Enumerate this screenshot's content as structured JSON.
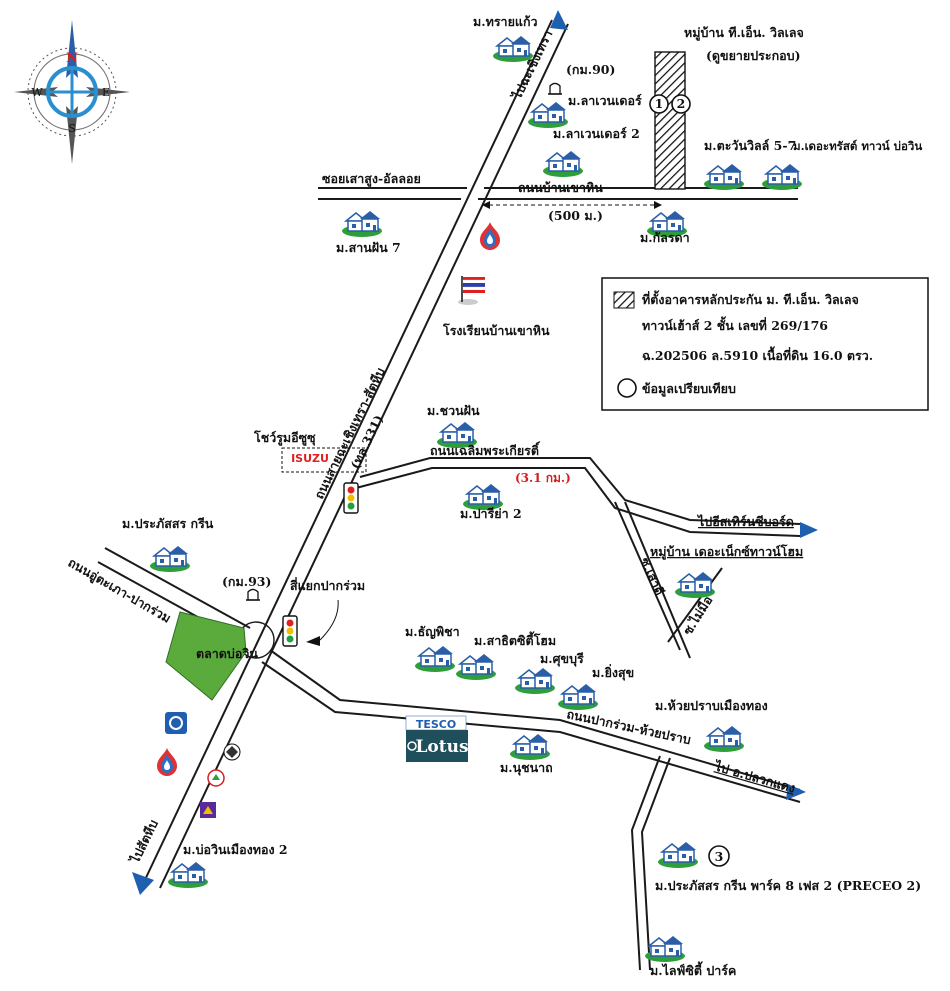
{
  "compass": {
    "n": "N",
    "s": "S",
    "e": "E",
    "w": "W"
  },
  "project": {
    "name": "หมู่บ้าน ที.เอ็น. วิลเลจ",
    "sub": "(ดูขยายประกอบ)",
    "c1": "1",
    "c2": "2",
    "c3": "3"
  },
  "roads": {
    "soi_left": "ซอยเสาสูง-อัลลอย",
    "khao_hin": "ถนนบ้านเขาหิน",
    "chaloem": "ถนนเฉลิมพระเกียรติ์",
    "chaloem_dist": "(3.1 กม.)",
    "dist_500": "(500 ม.)",
    "main_vertical": "ถนนสายฉะเชิงเทรา-สัตหีบ",
    "th331": "(ทล.331)",
    "u_taphao": "ถนนอู่ตะเภา-ปากร่วม",
    "pak_ruam": "ถนนปากร่วม-ห้วยปราบ",
    "to_chachoengsao": "ไปฉะเชิงเทรา",
    "to_sattahip": "ไปสัตหีบ",
    "to_eastern": "ไปอีสเทิร์นซีบอร์ด",
    "to_pluak_daeng": "ไป อ.ปลวกแดง",
    "km90": "(กม.90)",
    "km93": "(กม.93)",
    "intersection": "สี่แยกปากร่วม",
    "soi_sakhla": "ซ.เสาดี",
    "soi_mairuea": "ซ.ไม่มือ"
  },
  "villages": {
    "sai_kaeo": "ม.ทรายแก้ว",
    "lavender": "ม.ลาเวนเดอร์",
    "lavender2": "ม.ลาเวนเดอร์ 2",
    "tawan": "ม.ตะวันวิลล์ 5-7",
    "trust": "ม.เดอะทรัสต์ ทาวน์ บ่อวิน",
    "sarnfun": "ม.สานฝัน 7",
    "kanlada": "ม.กัลรดา",
    "chuanfun": "ม.ชวนฝัน",
    "preeya": "ม.ปารีย่า 2",
    "prasatsorn_green": "ม.ประภัสสร กรีน",
    "next_townhome": "หมู่บ้าน เดอะเน็กซ์ทาวน์โฮม",
    "thanyaphisha": "ม.ธัญพิชา",
    "sathit_city": "ม.สาธิตซิตี้โฮม",
    "suksombun": "ม.ศุขบุรี",
    "yingsuk": "ม.ยิ่งสุข",
    "huai_prap": "ม.ห้วยปราบเมืองทอง",
    "nuchanat": "ม.นุชนาถ",
    "bowin_muangthong2": "ม.บ่อวินเมืองทอง 2",
    "preceo2": "ม.ประภัสสร กรีน พาร์ค 8 เฟส 2 (PRECEO 2)",
    "life_city": "ม.ไลฟ์ซิตี้ ปาร์ค"
  },
  "places": {
    "school": "โรงเรียนบ้านเขาหิน",
    "isuzu_showroom": "โชว์รูมอีซูซุ",
    "isuzu_logo": "ISUZU",
    "market": "ตลาดบ่อวิน",
    "tesco": "TESCO",
    "lotus": "Lotus"
  },
  "legend": {
    "item1": "ที่ตั้งอาคารหลักประกัน ม. ที.เอ็น. วิลเลจ",
    "item2": "ทาวน์เฮ้าส์ 2 ชั้น เลขที่ 269/176",
    "item3": "ฉ.202506 ล.5910 เนื้อที่ดิน 16.0 ตรว.",
    "item4": "ข้อมูลเปรียบเทียบ"
  },
  "colors": {
    "house_blue": "#2a5fa8",
    "grass_green": "#2e9e3a",
    "arrow_blue": "#1f5fb0",
    "market_green": "#5aaa3c",
    "red_text": "#d31f1f"
  }
}
